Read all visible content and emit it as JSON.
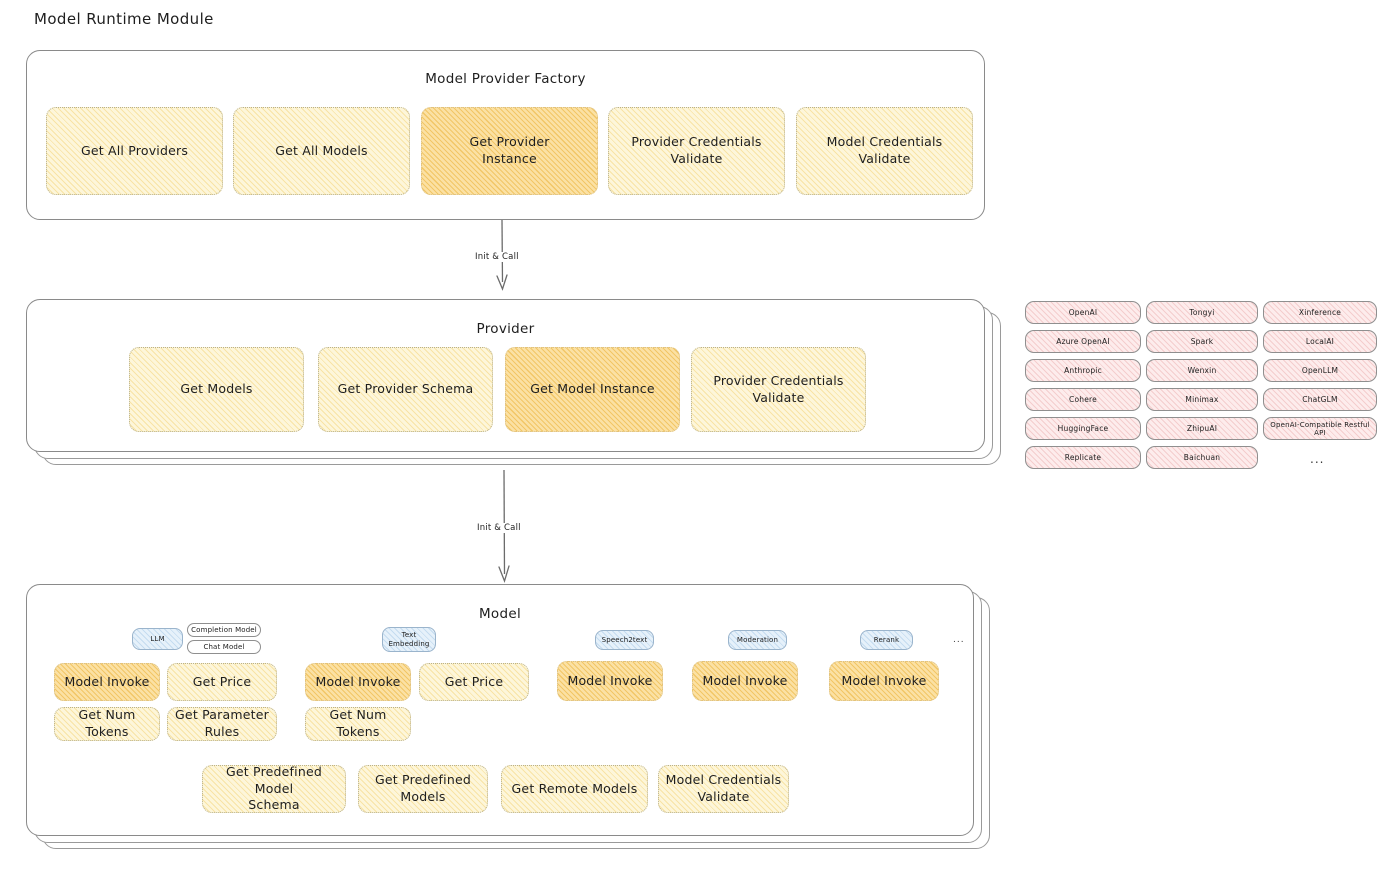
{
  "page": {
    "title": "Model Runtime Module"
  },
  "colors": {
    "node_fill": "#fdf6da",
    "node_fill_highlight": "#fbe1a4",
    "chip_fill": "#fdecec",
    "pill_blue_fill": "#e6f1fa",
    "stroke": "#8a8a8a",
    "text": "#1e1e1e"
  },
  "factory": {
    "title": "Model Provider Factory",
    "nodes": [
      {
        "label": "Get All Providers",
        "highlight": false
      },
      {
        "label": "Get All Models",
        "highlight": false
      },
      {
        "label": "Get Provider\nInstance",
        "highlight": true
      },
      {
        "label": "Provider Credentials\nValidate",
        "highlight": false
      },
      {
        "label": "Model Credentials\nValidate",
        "highlight": false
      }
    ]
  },
  "connector_top": {
    "label": "Init & Call"
  },
  "provider": {
    "title": "Provider",
    "nodes": [
      {
        "label": "Get Models",
        "highlight": false
      },
      {
        "label": "Get Provider Schema",
        "highlight": false
      },
      {
        "label": "Get Model Instance",
        "highlight": true
      },
      {
        "label": "Provider Credentials\nValidate",
        "highlight": false
      }
    ]
  },
  "connector_bottom": {
    "label": "Init & Call"
  },
  "provider_list": {
    "ellipsis": "...",
    "columns": [
      [
        "OpenAI",
        "Azure OpenAI",
        "Anthropic",
        "Cohere",
        "HuggingFace",
        "Replicate"
      ],
      [
        "Tongyi",
        "Spark",
        "Wenxin",
        "Minimax",
        "ZhipuAI",
        "Baichuan"
      ],
      [
        "Xinference",
        "LocalAI",
        "OpenLLM",
        "ChatGLM",
        "OpenAI-Compatible Restful API"
      ]
    ]
  },
  "model": {
    "title": "Model",
    "ellipsis": "...",
    "types": [
      {
        "label": "LLM",
        "blue": true
      },
      {
        "label": "Completion Model",
        "blue": false
      },
      {
        "label": "Chat Model",
        "blue": false
      },
      {
        "label": "Text\nEmbedding",
        "blue": true
      },
      {
        "label": "Speech2text",
        "blue": true
      },
      {
        "label": "Moderation",
        "blue": true
      },
      {
        "label": "Rerank",
        "blue": true
      }
    ],
    "llm_methods": [
      {
        "label": "Model Invoke",
        "highlight": true
      },
      {
        "label": "Get Price",
        "highlight": false
      },
      {
        "label": "Get Num Tokens",
        "highlight": false
      },
      {
        "label": "Get Parameter\nRules",
        "highlight": false
      }
    ],
    "embedding_methods": [
      {
        "label": "Model Invoke",
        "highlight": true
      },
      {
        "label": "Get Price",
        "highlight": false
      },
      {
        "label": "Get Num Tokens",
        "highlight": false
      }
    ],
    "speech_methods": [
      {
        "label": "Model Invoke",
        "highlight": true
      }
    ],
    "moderation_methods": [
      {
        "label": "Model Invoke",
        "highlight": true
      }
    ],
    "rerank_methods": [
      {
        "label": "Model Invoke",
        "highlight": true
      }
    ],
    "shared_methods": [
      {
        "label": "Get Predefined Model\nSchema",
        "highlight": false
      },
      {
        "label": "Get Predefined\nModels",
        "highlight": false
      },
      {
        "label": "Get Remote Models",
        "highlight": false
      },
      {
        "label": "Model Credentials\nValidate",
        "highlight": false
      }
    ]
  }
}
